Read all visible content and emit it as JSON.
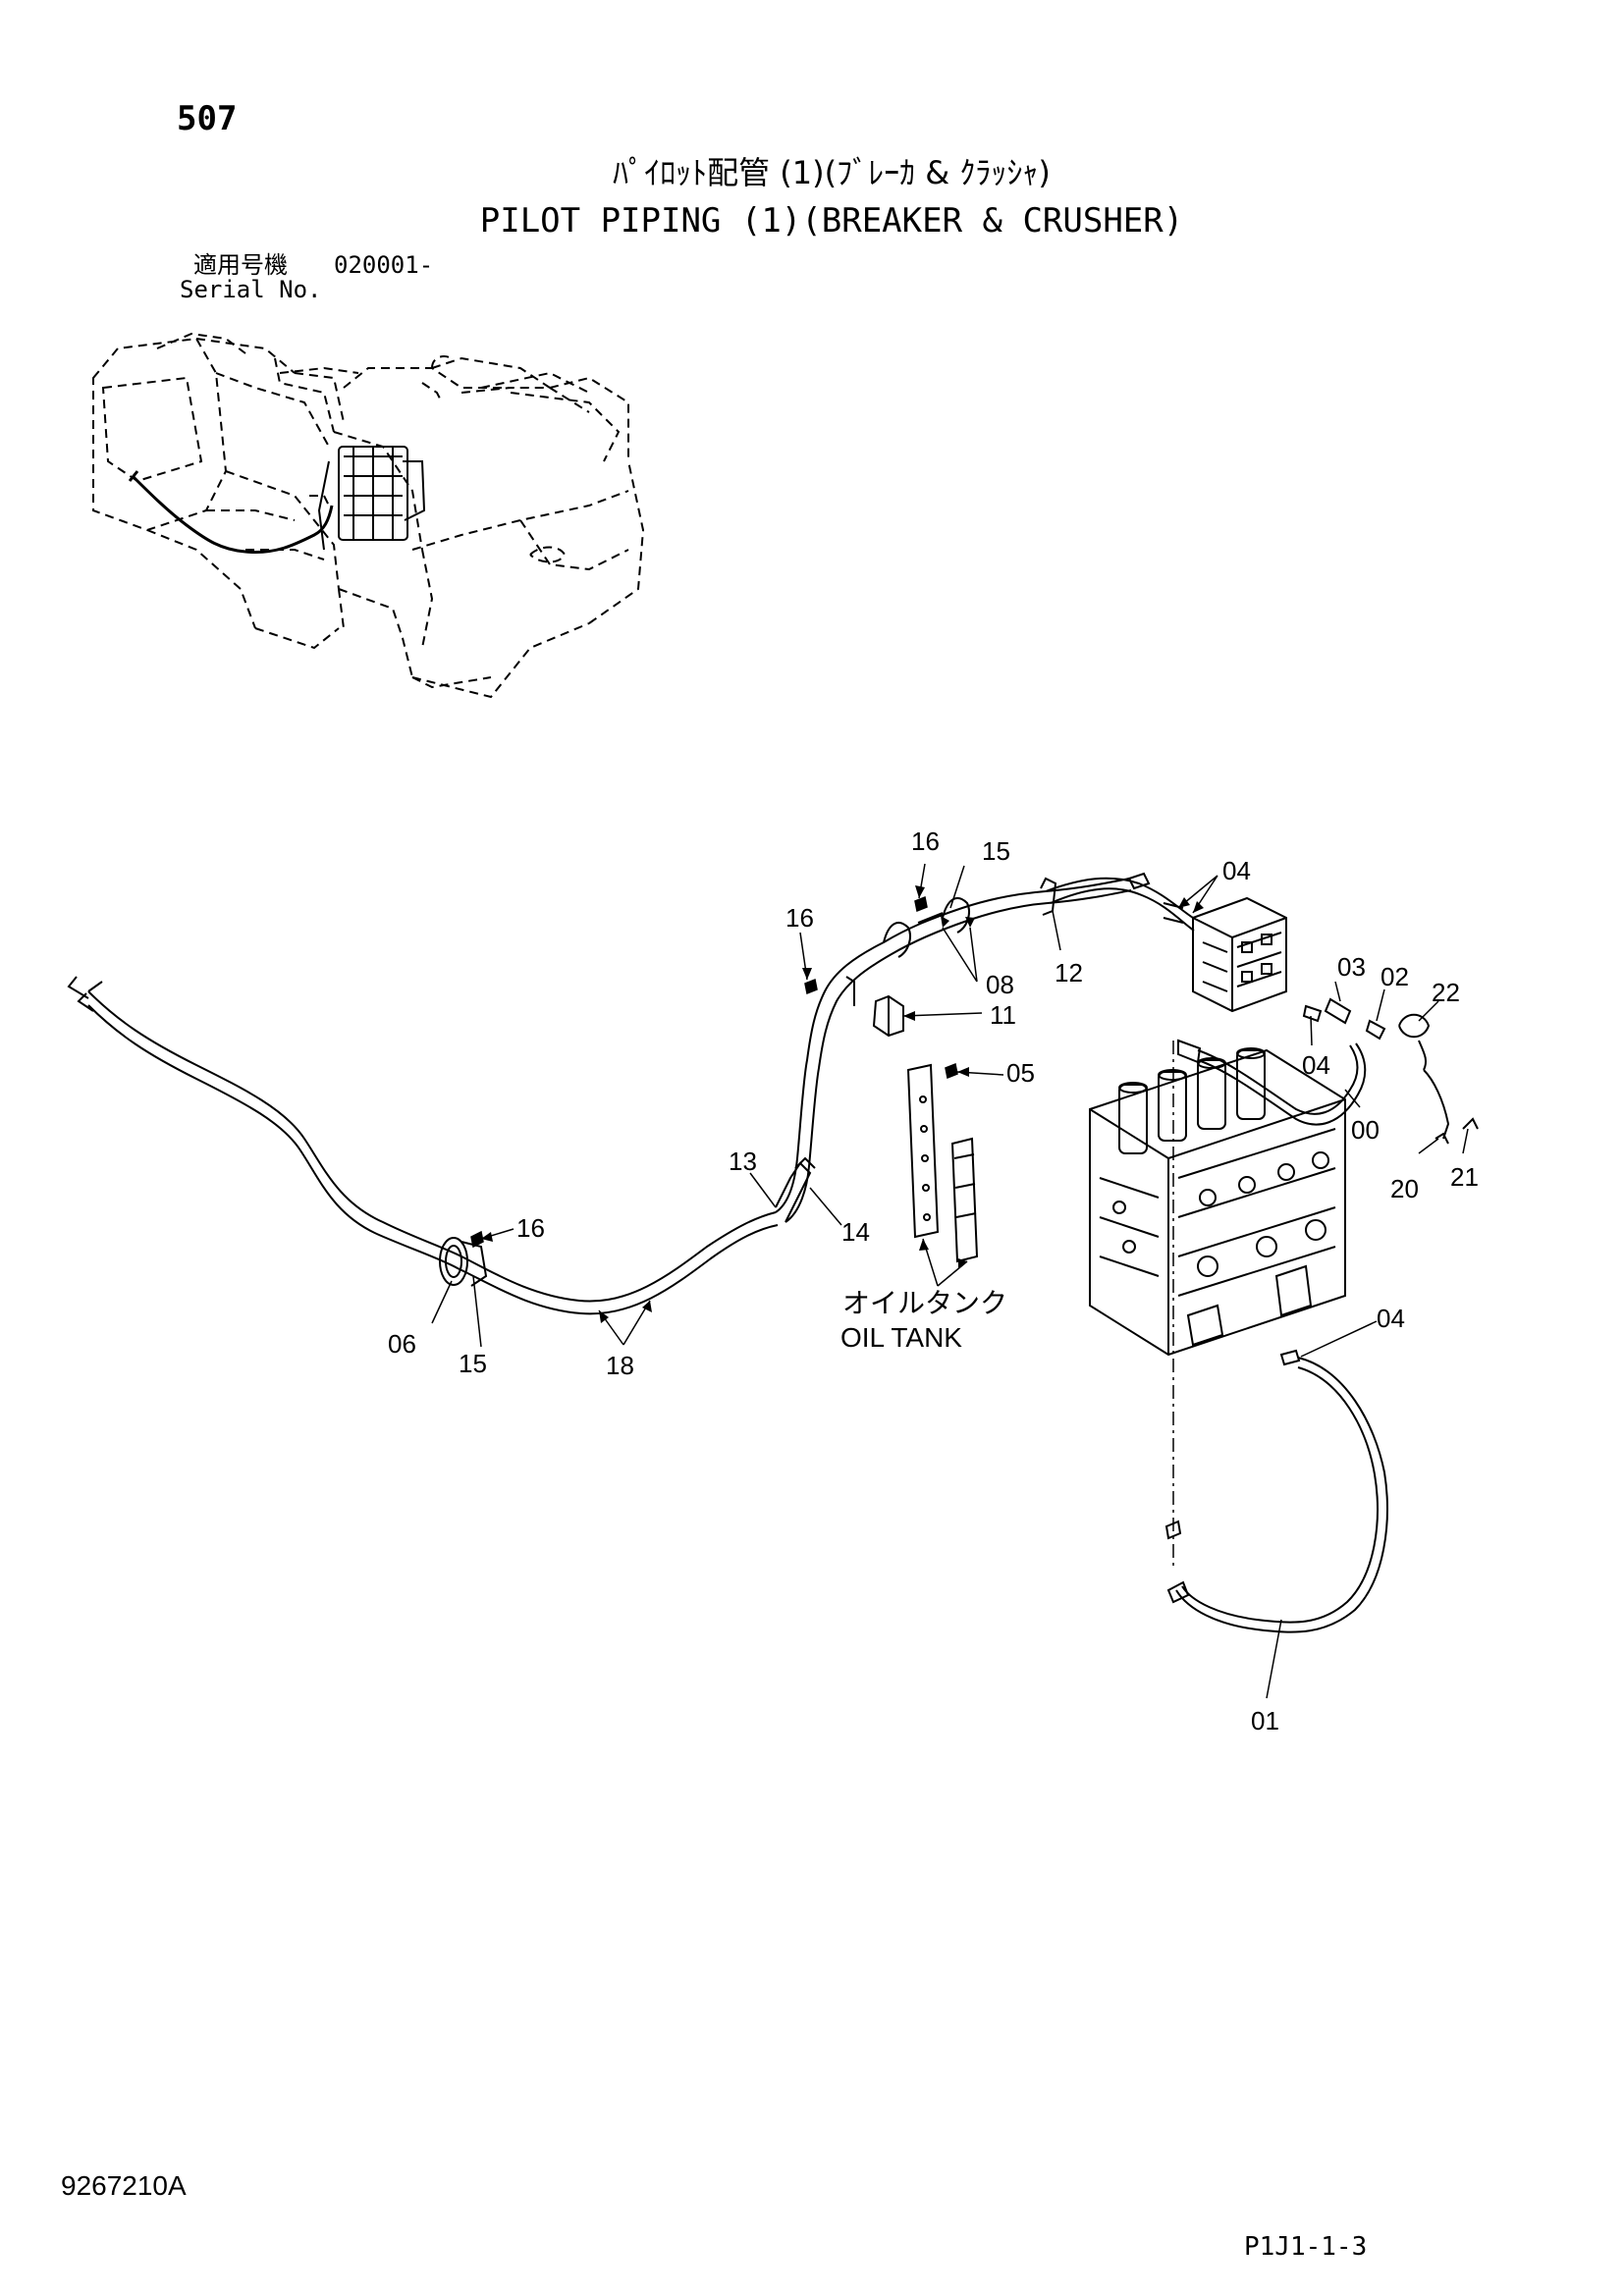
{
  "page_number": "507",
  "title_ja": "ﾊﾟｲﾛｯﾄ配管 (1)(ﾌﾞﾚｰｶ & ｸﾗｯｼｬ)",
  "title_en": "PILOT PIPING (1)(BREAKER & CRUSHER)",
  "serial": {
    "label_ja": "適用号機",
    "label_en": "Serial No.",
    "value": "020001-"
  },
  "labels": {
    "oil_tank_ja": "オイルタンク",
    "oil_tank_en": "OIL TANK"
  },
  "callouts": [
    "16",
    "15",
    "16",
    "04",
    "12",
    "08",
    "11",
    "03",
    "02",
    "22",
    "05",
    "04",
    "00",
    "20",
    "21",
    "13",
    "14",
    "16",
    "06",
    "15",
    "18",
    "04",
    "01"
  ],
  "footer": {
    "doc_code": "9267210A",
    "sheet_code": "P1J1-1-3"
  }
}
